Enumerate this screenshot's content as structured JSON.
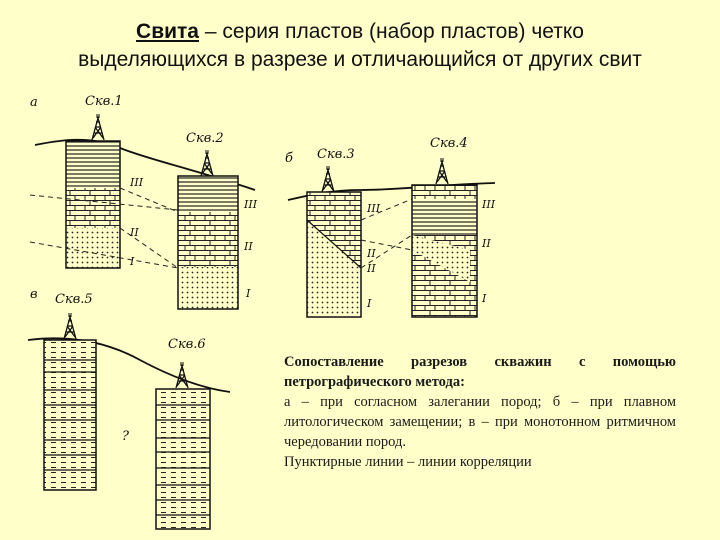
{
  "title": {
    "term": "Свита",
    "line1_rest": " – серия пластов (набор пластов) четко",
    "line2": "выделяющихся в разрезе и отличающийся от других свит"
  },
  "panels": {
    "a": "а",
    "b": "б",
    "v": "в"
  },
  "wells": {
    "w1": "Скв.1",
    "w2": "Скв.2",
    "w3": "Скв.3",
    "w4": "Скв.4",
    "w5": "Скв.5",
    "w6": "Скв.6"
  },
  "layer_labels": {
    "III": "III",
    "II": "II",
    "I": "I"
  },
  "unknown_mark": "?",
  "caption": {
    "title": "Сопоставление разрезов скважин с помощью петрографического метода:",
    "body": "а – при согласном залегании пород; б – при плавном литологическом замещении; в – при монотонном ритмичном чередовании пород.",
    "last": "Пунктирные линии – линии корреляции"
  }
}
